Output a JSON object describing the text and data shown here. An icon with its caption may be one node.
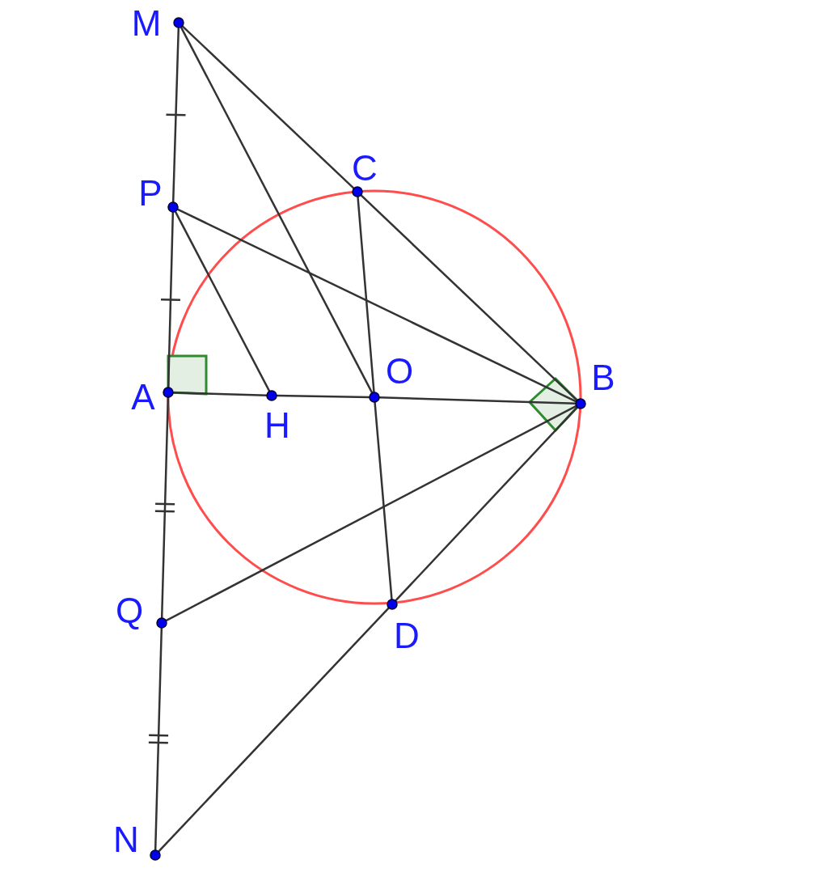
{
  "diagram": {
    "nodes": [
      {
        "text": [
          "M"
        ]
      },
      {
        "text": [
          "P"
        ]
      },
      {
        "text": [
          "C"
        ]
      },
      {
        "text": [
          "A"
        ]
      },
      {
        "text": [
          "H"
        ]
      },
      {
        "text": [
          "O"
        ]
      },
      {
        "text": [
          "B"
        ]
      },
      {
        "text": [
          "Q"
        ]
      },
      {
        "text": [
          "D"
        ]
      },
      {
        "text": [
          "N"
        ]
      }
    ],
    "edges": [
      {
        "from": 0,
        "to": 1,
        "arrow": "none"
      },
      {
        "from": 1,
        "to": 3,
        "arrow": "none"
      },
      {
        "from": 3,
        "to": 7,
        "arrow": "none"
      },
      {
        "from": 7,
        "to": 9,
        "arrow": "none"
      },
      {
        "from": 0,
        "to": 2,
        "arrow": "none"
      },
      {
        "from": 2,
        "to": 6,
        "arrow": "none"
      },
      {
        "from": 0,
        "to": 5,
        "arrow": "none"
      },
      {
        "from": 1,
        "to": 6,
        "arrow": "none"
      },
      {
        "from": 1,
        "to": 4,
        "arrow": "none"
      },
      {
        "from": 3,
        "to": 4,
        "arrow": "none"
      },
      {
        "from": 4,
        "to": 5,
        "arrow": "none"
      },
      {
        "from": 5,
        "to": 6,
        "arrow": "none"
      },
      {
        "from": 2,
        "to": 5,
        "arrow": "none"
      },
      {
        "from": 5,
        "to": 8,
        "arrow": "none"
      },
      {
        "from": 7,
        "to": 6,
        "arrow": "none"
      },
      {
        "from": 6,
        "to": 8,
        "arrow": "none"
      },
      {
        "from": 8,
        "to": 9,
        "arrow": "none"
      }
    ]
  }
}
